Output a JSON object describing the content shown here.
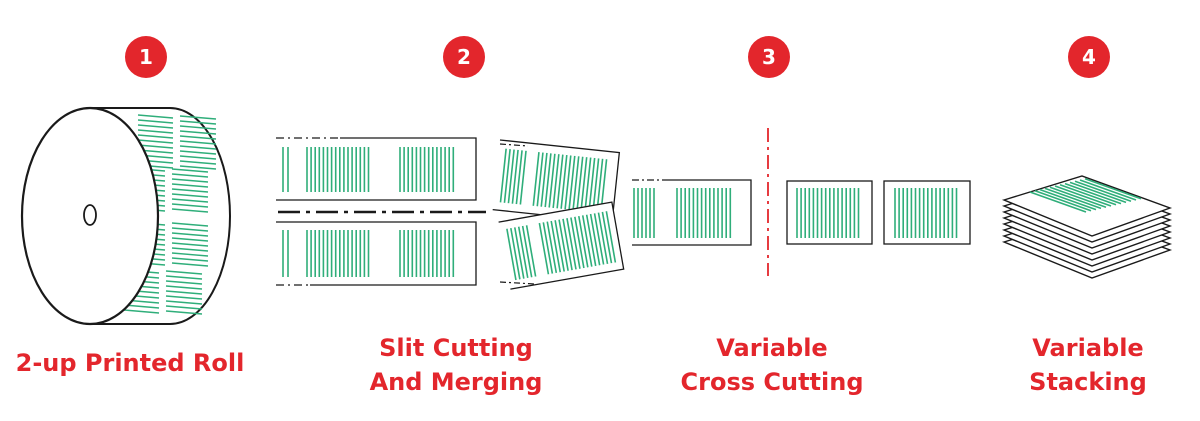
{
  "colors": {
    "accent": "#e3262c",
    "print": "#2fae7a",
    "line": "#1a1a1a",
    "cut": "#e3262c"
  },
  "steps": [
    {
      "number": "1",
      "lines": [
        "2-up Printed Roll"
      ]
    },
    {
      "number": "2",
      "lines": [
        "Slit Cutting",
        "And Merging"
      ]
    },
    {
      "number": "3",
      "lines": [
        "Variable",
        "Cross Cutting"
      ]
    },
    {
      "number": "4",
      "lines": [
        "Variable",
        "Stacking"
      ]
    }
  ]
}
